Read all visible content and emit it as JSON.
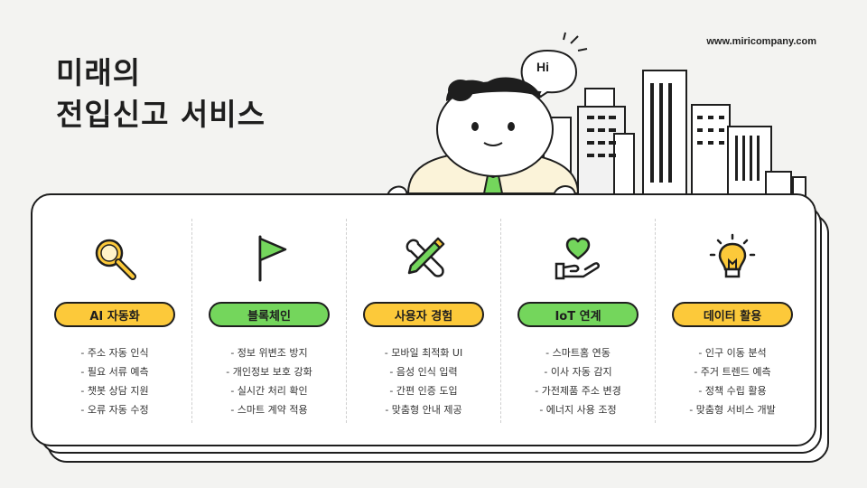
{
  "header": {
    "url": "www.miricompany.com",
    "title_line1": "미래의",
    "title_line2": "전입신고 서비스",
    "speech": "Hi"
  },
  "colors": {
    "yellow": "#fcc93a",
    "green": "#74d65c",
    "outline": "#1e1e1e",
    "background": "#f3f3f1"
  },
  "columns": [
    {
      "icon": "magnifier-icon",
      "label": "AI 자동화",
      "color": "yellow",
      "items": [
        "- 주소 자동 인식",
        "- 필요 서류 예측",
        "- 챗봇 상담 지원",
        "- 오류 자동 수정"
      ]
    },
    {
      "icon": "flag-icon",
      "label": "블록체인",
      "color": "green",
      "items": [
        "- 정보 위변조 방지",
        "- 개인정보 보호 강화",
        "- 실시간 처리 확인",
        "- 스마트 계약 적용"
      ]
    },
    {
      "icon": "tools-icon",
      "label": "사용자 경험",
      "color": "yellow",
      "items": [
        "- 모바일 최적화 UI",
        "- 음성 인식 입력",
        "- 간편 인증 도입",
        "- 맞춤형 안내 제공"
      ]
    },
    {
      "icon": "heart-hand-icon",
      "label": "IoT 연계",
      "color": "green",
      "items": [
        "- 스마트홈 연동",
        "- 이사 자동 감지",
        "- 가전제품 주소 변경",
        "- 에너지 사용 조정"
      ]
    },
    {
      "icon": "lightbulb-icon",
      "label": "데이터 활용",
      "color": "yellow",
      "items": [
        "- 인구 이동 분석",
        "- 주거 트렌드 예측",
        "- 정책 수립 활용",
        "- 맞춤형 서비스 개발"
      ]
    }
  ]
}
